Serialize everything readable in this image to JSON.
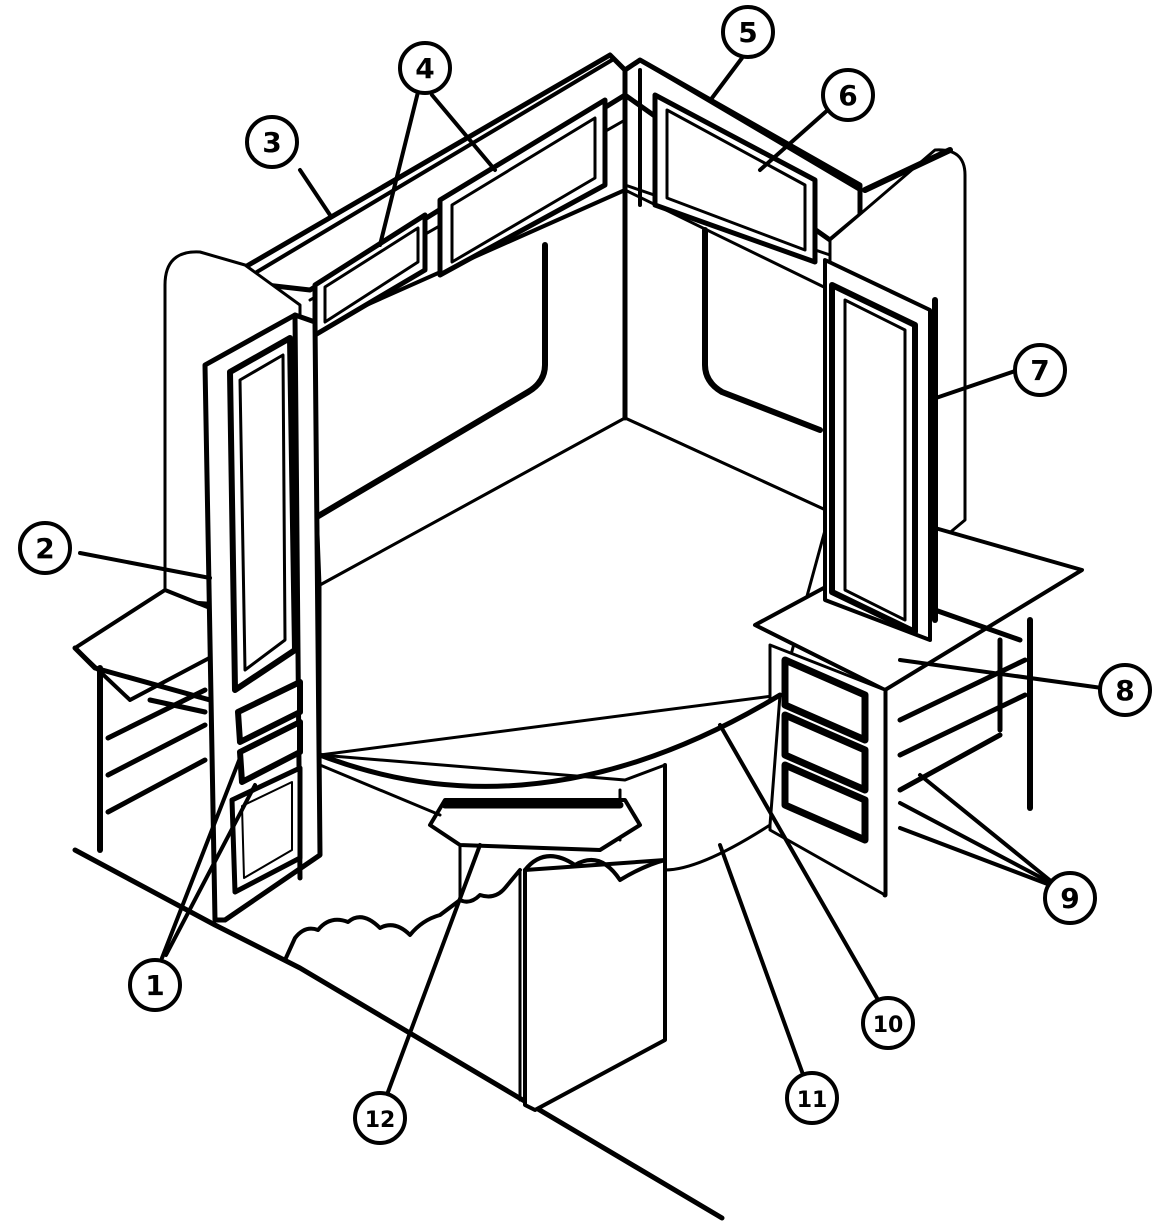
{
  "callouts": [
    {
      "id": "c1",
      "label": "1"
    },
    {
      "id": "c2",
      "label": "2"
    },
    {
      "id": "c3",
      "label": "3"
    },
    {
      "id": "c4",
      "label": "4"
    },
    {
      "id": "c5",
      "label": "5"
    },
    {
      "id": "c6",
      "label": "6"
    },
    {
      "id": "c7",
      "label": "7"
    },
    {
      "id": "c8",
      "label": "8"
    },
    {
      "id": "c9",
      "label": "9"
    },
    {
      "id": "c10",
      "label": "10"
    },
    {
      "id": "c11",
      "label": "11"
    },
    {
      "id": "c12",
      "label": "12"
    }
  ]
}
